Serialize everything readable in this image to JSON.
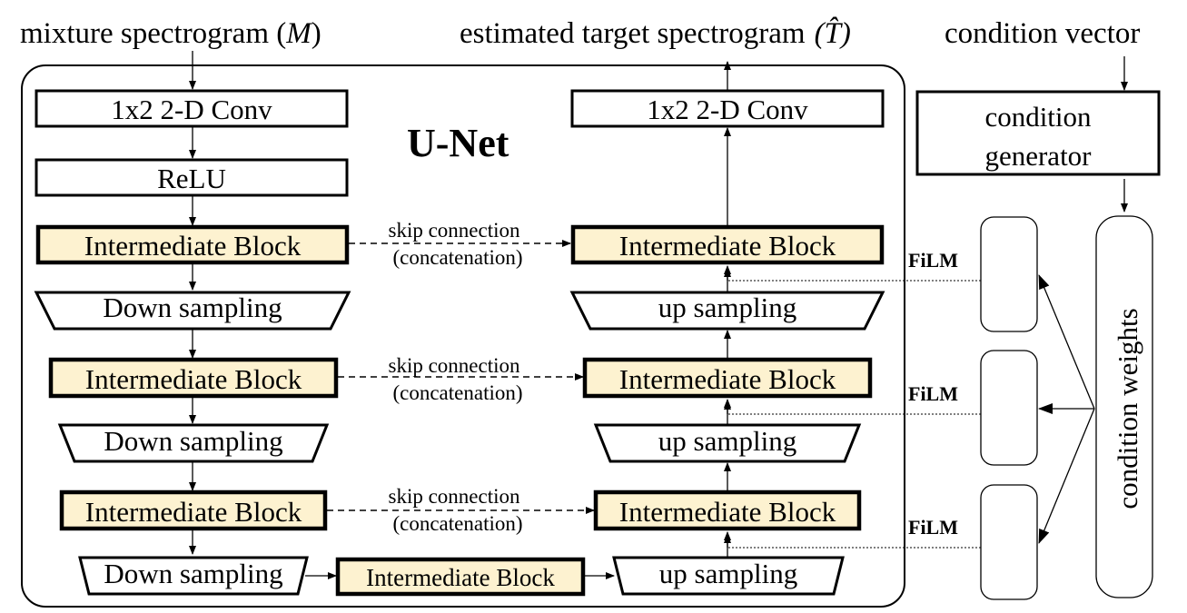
{
  "labels": {
    "input": "mixture spectrogram (",
    "input_sym": "M",
    "input_close": ")",
    "output": "estimated target spectrogram",
    "output_sym": "(T̂)",
    "condition_vector": "condition vector",
    "unet": "U-Net",
    "conv": "1x2 2-D Conv",
    "relu": "ReLU",
    "intermediate": "Intermediate Block",
    "down": "Down sampling",
    "up": "up sampling",
    "skip_line1": "skip connection",
    "skip_line2": "(concatenation)",
    "condition_generator_1": "condition",
    "condition_generator_2": "generator",
    "condition_weights": "condition weights",
    "film": "FiLM"
  },
  "colors": {
    "block_fill": "#fdf2d0",
    "stroke": "#000000",
    "background": "#ffffff"
  }
}
